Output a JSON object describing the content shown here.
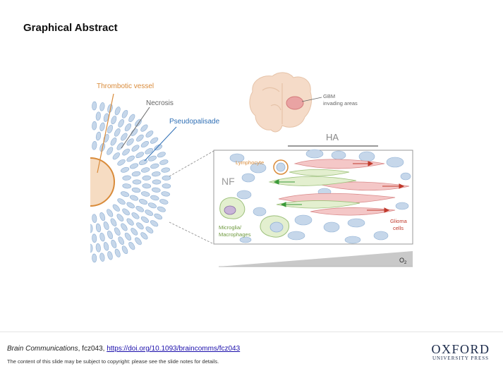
{
  "slide": {
    "title": "Graphical Abstract"
  },
  "figure": {
    "labels": {
      "thrombotic_vessel": "Thrombotic vessel",
      "necrosis": "Necrosis",
      "pseudopalisade": "Pseudopalisade",
      "gbm_line1": "GBM",
      "gbm_line2": "invading areas",
      "ha": "HA",
      "nf": "NF",
      "lymphocyte": "Lymphocyte",
      "microglia_line1": "Microglia/",
      "microglia_line2": "Macrophages",
      "glioma_line1": "Glioma",
      "glioma_line2": "cells",
      "o2": "O",
      "o2_sub": "2"
    },
    "colors": {
      "orange": "#d98b3a",
      "blue_label": "#2f6fb5",
      "cell_blue": "#c6d7ea",
      "cell_stroke": "#8fb0d4",
      "glioma_pink": "#f4c7c7",
      "microglia_green": "#e3efcf",
      "gray_text": "#666666"
    }
  },
  "footer": {
    "journal": "Brain Communications",
    "citation_rest": ", fcz043, ",
    "doi": "https://doi.org/10.1093/braincomms/fcz043",
    "copyright": "The content of this slide may be subject to copyright: please see the slide notes for details.",
    "logo_main": "OXFORD",
    "logo_sub": "UNIVERSITY PRESS"
  }
}
